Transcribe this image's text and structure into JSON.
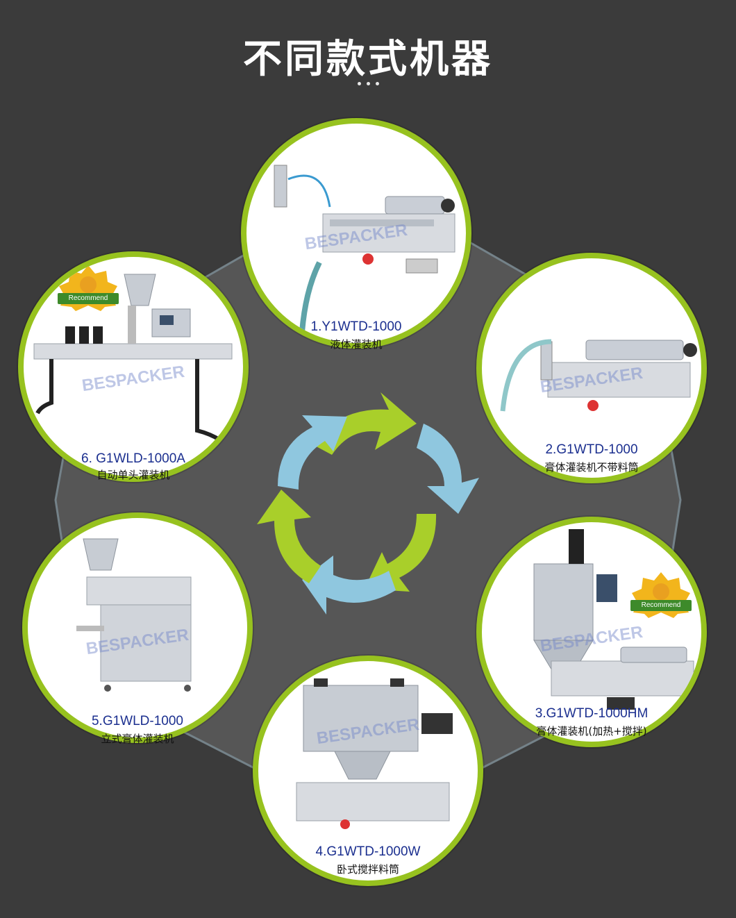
{
  "page": {
    "title": "不同款式机器",
    "brand_watermark": "BESPACKER",
    "badge_label": "Recommend"
  },
  "colors": {
    "background": "#3b3b3b",
    "circle_border": "#97c21f",
    "model_text": "#1b2f8f",
    "arrow_green": "#a9cf2a",
    "arrow_blue": "#8fc7df"
  },
  "machines": [
    {
      "model": "1.Y1WTD-1000",
      "description": "液体灌装机",
      "icon": "liquid-filling-machine-icon"
    },
    {
      "model": "2.G1WTD-1000",
      "description": "膏体灌装机不带料筒",
      "icon": "paste-filling-machine-icon"
    },
    {
      "model": "3.G1WTD-1000HM",
      "description": "膏体灌装机(加热+搅拌)",
      "icon": "heated-mixing-filling-machine-icon",
      "recommended": true
    },
    {
      "model": "4.G1WTD-1000W",
      "description": "卧式搅拌料筒",
      "icon": "horizontal-mixing-hopper-machine-icon"
    },
    {
      "model": "5.G1WLD-1000",
      "description": "立式膏体灌装机",
      "icon": "vertical-paste-filling-machine-icon"
    },
    {
      "model": "6. G1WLD-1000A",
      "description": "自动单头灌装机",
      "icon": "automatic-single-head-filling-machine-icon",
      "recommended": true
    }
  ]
}
